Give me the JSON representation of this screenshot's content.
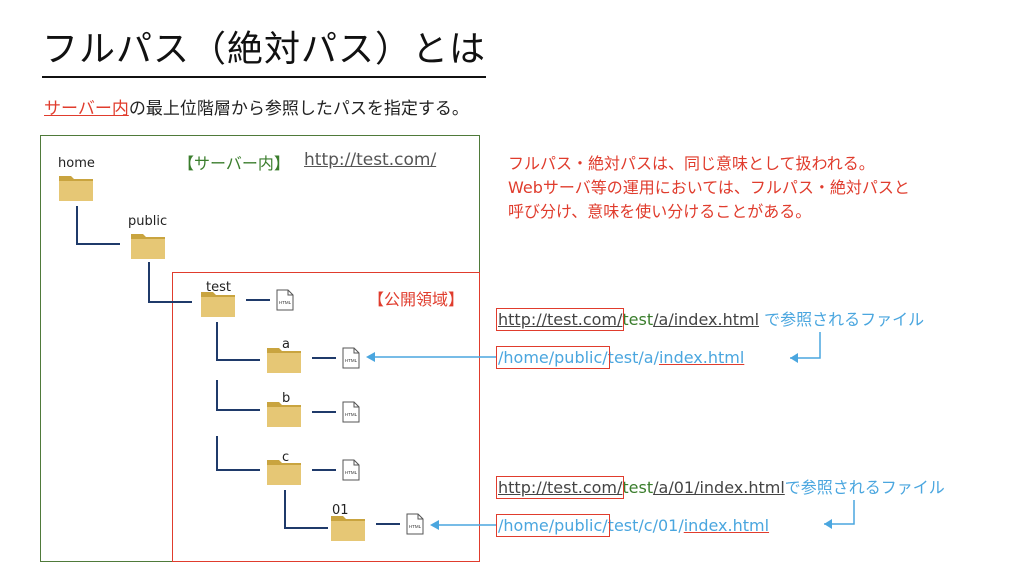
{
  "title": "フルパス（絶対パス）とは",
  "subtitle": {
    "highlight": "サーバー内",
    "rest": "の最上位階層から参照したパスを指定する。"
  },
  "server": {
    "label": "【サーバー内】",
    "url": "http://test.com/"
  },
  "public_area_label": "【公開領域】",
  "notes": [
    "フルパス・絶対パスは、同じ意味として扱われる。",
    "Webサーバ等の運用においては、フルパス・絶対パスと",
    "呼び分け、意味を使い分けることがある。"
  ],
  "folders": {
    "home": "home",
    "public": "public",
    "test": "test",
    "a": "a",
    "b": "b",
    "c": "c",
    "d01": "01"
  },
  "html_icon_text": "HTML",
  "url1": {
    "part1": "http://test.com/",
    "part2": "test",
    "part3": "/a/index.html",
    "suffix": " で参照されるファイル"
  },
  "path1": {
    "part1": "/home/public/",
    "part2": "test/a/",
    "part3": "index.html"
  },
  "url2": {
    "part1": "http://test.com/",
    "part2": "test",
    "part3": "/a/01/index.html",
    "suffix": "で参照されるファイル"
  },
  "path2": {
    "part1": "/home/public/",
    "part2": "test/c/01/",
    "part3": "index.html"
  },
  "colors": {
    "accent_red": "#e03c2d",
    "green": "#3a7d2c",
    "blue": "#4aa6df",
    "line": "#1f3a6a",
    "folder": "#d9b85c"
  }
}
